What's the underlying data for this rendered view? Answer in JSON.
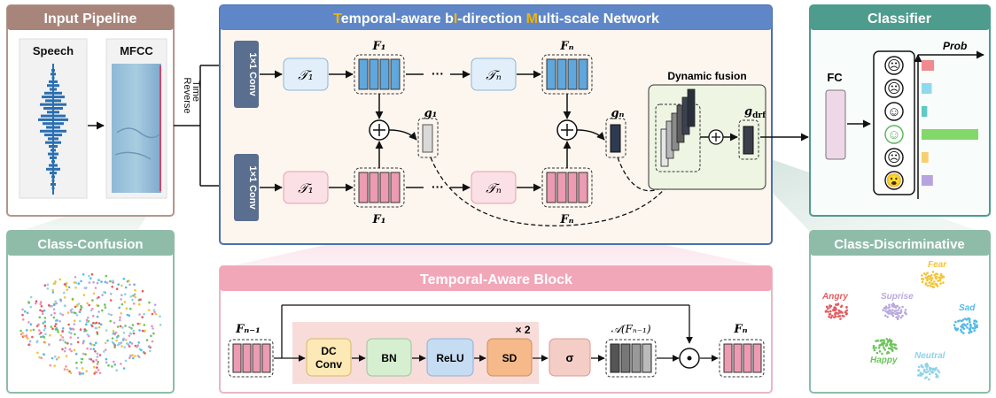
{
  "colors": {
    "pipeline_head": "#a7857b",
    "pipeline_border": "#b4958b",
    "network_head": "#5f87c7",
    "network_border": "#4a70b3",
    "network_bg": "#fdf6ef",
    "classifier_head": "#4e9c8d",
    "confusion_head": "#8fbca8",
    "tab_head": "#f1a7b8",
    "tab_border": "#e9b7c4",
    "blue_feat": "#5fa7dd",
    "pink_feat": "#ec9bb2",
    "fusion_bg": "#eef5e3",
    "highlight": "#f3b400",
    "dc": "#fde9b5",
    "bn": "#d6efd0",
    "relu": "#c6dcf3",
    "sd": "#f6b98a",
    "sigma": "#f5cdc7"
  },
  "panels": {
    "input_pipeline": "Input Pipeline",
    "network_title": {
      "t1": "T",
      "t2": "emporal-aware b",
      "t3": "I",
      "t4": "-direction ",
      "t5": "M",
      "t6": "ulti-scale Network"
    },
    "classifier": "Classifier",
    "class_confusion": "Class-Confusion",
    "temporal_block": "Temporal-Aware Block",
    "class_discriminative": "Class-Discriminative"
  },
  "pipeline": {
    "speech": "Speech",
    "mfcc": "MFCC",
    "time": "Time",
    "reverse": "Reverse"
  },
  "network": {
    "conv_top": "1×1 Conv",
    "conv_bottom": "1×1 Conv",
    "t1_top": "𝒯₁",
    "tn_top": "𝒯ₙ",
    "t1_bottom": "𝒯₁",
    "tn_bottom": "𝒯ₙ",
    "f1_top": "F₁",
    "fn_top": "Fₙ",
    "f1_bottom": "F₁",
    "fn_bottom": "Fₙ",
    "g1": "g₁",
    "gn": "gₙ",
    "ellipsis": "···",
    "dynamic_fusion": "Dynamic fusion",
    "gdrf": "g",
    "gdrf_sub": "drf"
  },
  "classifier": {
    "fc": "FC",
    "prob": "Prob",
    "faces": [
      "☹",
      "☹",
      "☺",
      "☺",
      "☹",
      "😮"
    ],
    "bars": [
      {
        "value": 0.22,
        "color": "#f08a8f"
      },
      {
        "value": 0.18,
        "color": "#8fd9ec"
      },
      {
        "value": 0.1,
        "color": "#5fc9c3"
      },
      {
        "value": 1.0,
        "color": "#82d86a"
      },
      {
        "value": 0.12,
        "color": "#f7cf6e"
      },
      {
        "value": 0.2,
        "color": "#b7a3e0"
      }
    ]
  },
  "tab": {
    "input": "Fₙ₋₁",
    "dc1": "DC",
    "dc2": "Conv",
    "bn": "BN",
    "relu": "ReLU",
    "sd": "SD",
    "repeat": "× 2",
    "sigma": "σ",
    "attn": "𝒜(Fₙ₋₁)",
    "output": "Fₙ",
    "dot": "⊙"
  },
  "emotions": {
    "fear": "Fear",
    "angry": "Angry",
    "suprise": "Suprise",
    "sad": "Sad",
    "happy": "Happy",
    "neutral": "Neutral"
  }
}
